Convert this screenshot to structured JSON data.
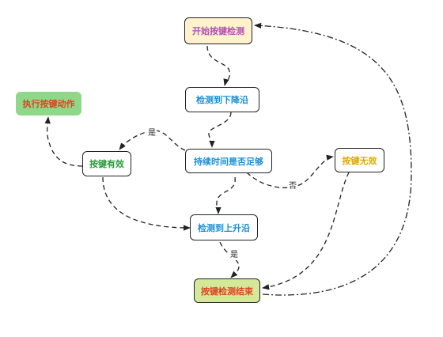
{
  "nodes": {
    "start": {
      "label": "开始按键检测",
      "text_color": "#b04fb5",
      "fill": "#fff2cc",
      "border": "#222222"
    },
    "falling": {
      "label": "检测到下降沿",
      "text_color": "#1a8fd8",
      "fill": "#ffffff",
      "border": "#222222"
    },
    "execute": {
      "label": "执行按键动作",
      "text_color": "#e0421f",
      "fill": "#8fd88a",
      "border": "#8fd88a"
    },
    "duration": {
      "label": "持续时间是否足够",
      "text_color": "#1a8fd8",
      "fill": "#ffffff",
      "border": "#222222"
    },
    "valid": {
      "label": "按键有效",
      "text_color": "#2b9a3a",
      "fill": "#ffffff",
      "border": "#222222"
    },
    "invalid": {
      "label": "按键无效",
      "text_color": "#e0a800",
      "fill": "#ffffff",
      "border": "#222222"
    },
    "rising": {
      "label": "检测到上升沿",
      "text_color": "#1a8fd8",
      "fill": "#ffffff",
      "border": "#222222"
    },
    "end": {
      "label": "按键检测结束",
      "text_color": "#e0421f",
      "fill": "#d4e89a",
      "border": "#222222"
    }
  },
  "edge_labels": {
    "yes_valid": "是",
    "no_invalid": "否",
    "yes_end": "是"
  }
}
